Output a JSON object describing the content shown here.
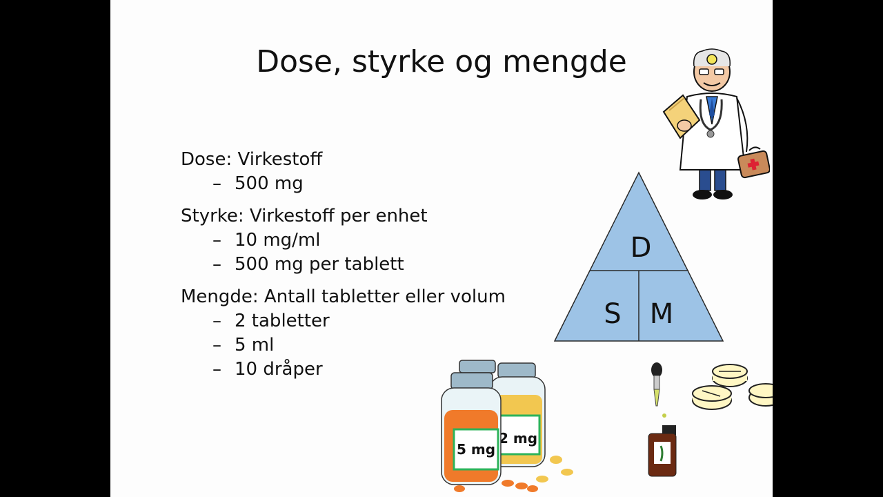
{
  "title": "Dose, styrke og mengde",
  "sections": [
    {
      "heading": "Dose: Virkestoff",
      "bullets": [
        "500 mg"
      ]
    },
    {
      "heading": "Styrke: Virkestoff per enhet",
      "bullets": [
        "10 mg/ml",
        "500 mg per tablett"
      ]
    },
    {
      "heading": "Mengde: Antall tabletter eller volum",
      "bullets": [
        "2 tabletter",
        "5 ml",
        "10 dråper"
      ]
    }
  ],
  "dash": "–",
  "triangle": {
    "top": "D",
    "bottom_left": "S",
    "bottom_right": "M",
    "fill": "#9dc3e6",
    "stroke": "#1f1f1f"
  },
  "bottles": {
    "front_label": "5 mg",
    "back_label": "2 mg"
  },
  "icons": {
    "doctor": "doctor-illustration",
    "bottles": "pill-bottles-illustration",
    "dropper": "dropper-bottle-illustration",
    "tablets": "tablets-illustration"
  }
}
